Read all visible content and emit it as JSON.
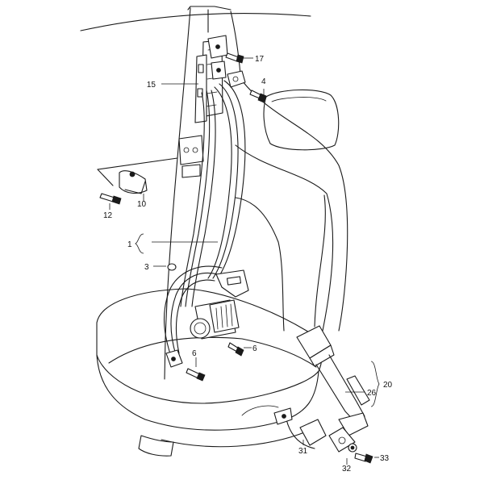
{
  "callouts": {
    "c1": "1",
    "c3": "3",
    "c4": "4",
    "c6a": "6",
    "c6b": "6",
    "c10": "10",
    "c12": "12",
    "c15": "15",
    "c17": "17",
    "c20": "20",
    "c26": "26",
    "c31": "31",
    "c32": "32",
    "c33": "33"
  },
  "colors": {
    "stroke": "#1a1a1a",
    "background": "#ffffff"
  }
}
